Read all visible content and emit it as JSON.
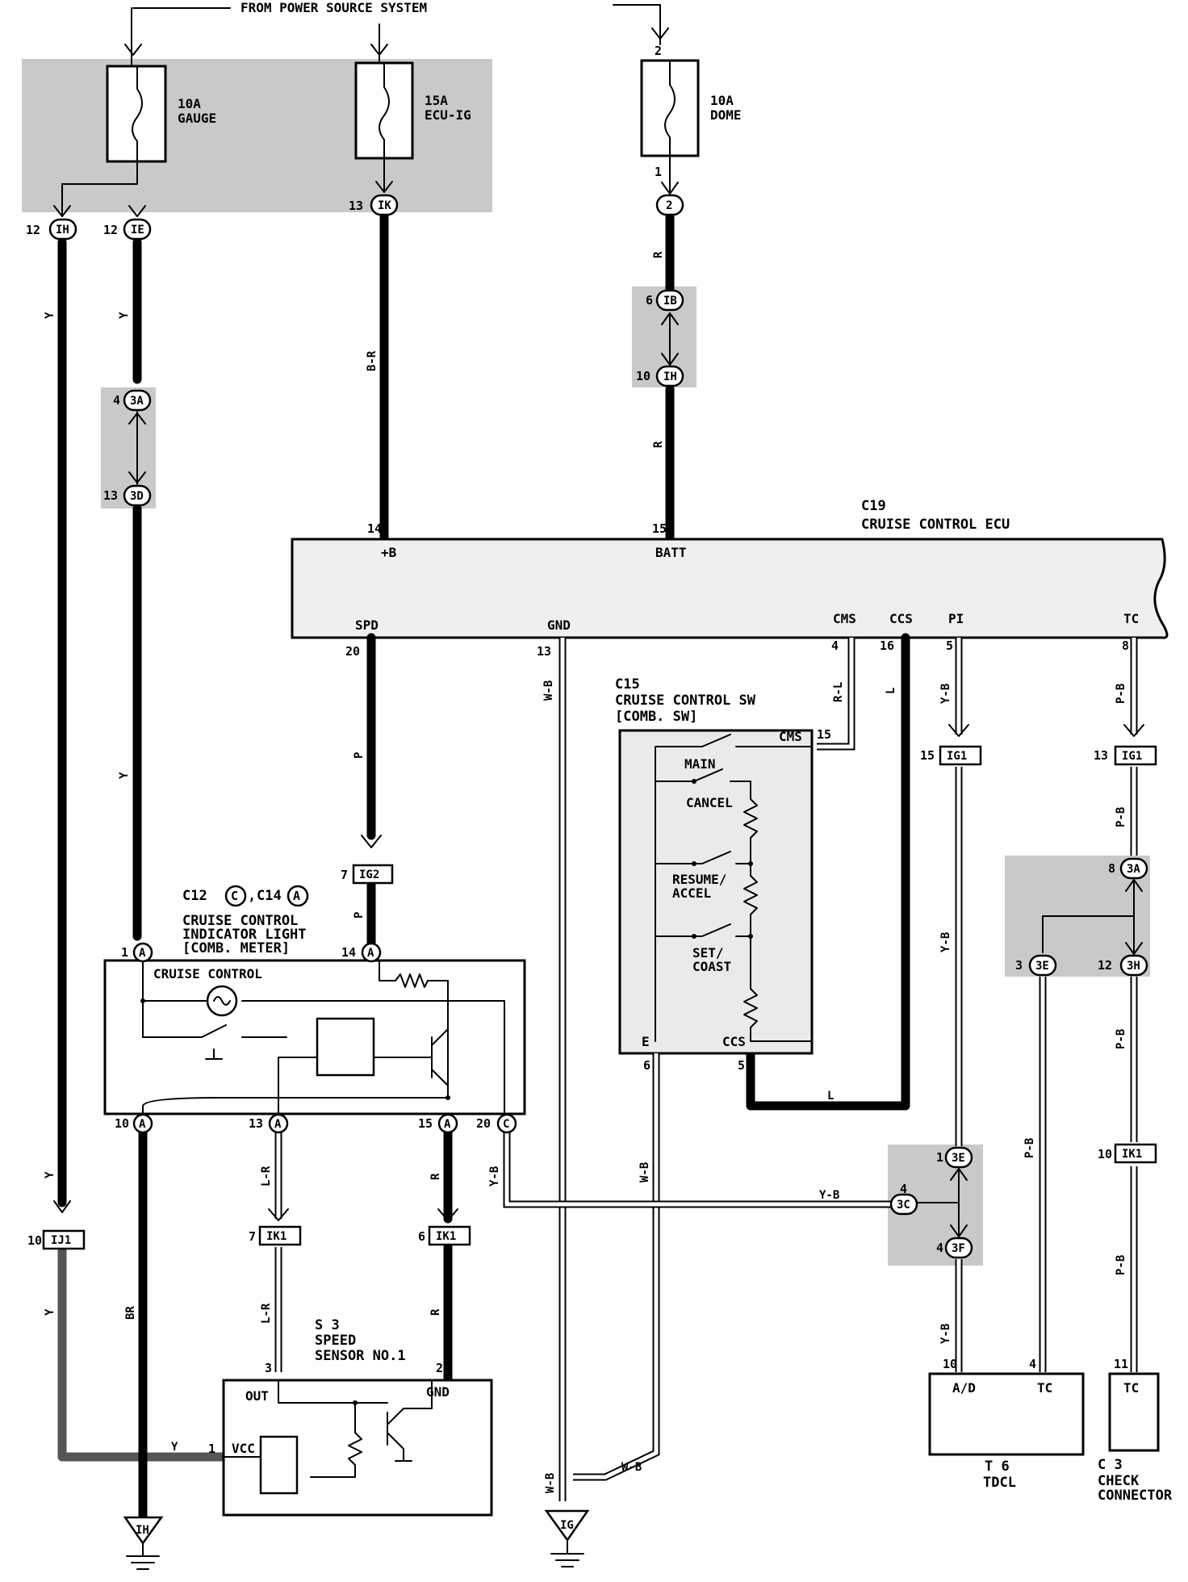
{
  "header": {
    "from_power": "FROM POWER SOURCE SYSTEM"
  },
  "fuses": [
    {
      "amp": "10A",
      "name": "GAUGE"
    },
    {
      "amp": "15A",
      "name": "ECU-IG"
    },
    {
      "amp": "10A",
      "name": "DOME"
    }
  ],
  "ecu": {
    "code": "C19",
    "name": "CRUISE CONTROL ECU",
    "pins": {
      "plus_b": "+B",
      "batt": "BATT",
      "spd": "SPD",
      "gnd": "GND",
      "cms": "CMS",
      "ccs": "CCS",
      "pi": "PI",
      "tc": "TC"
    },
    "pin_numbers": {
      "plus_b": "14",
      "batt": "15",
      "spd": "20",
      "gnd": "13",
      "cms": "4",
      "ccs": "16",
      "pi": "5",
      "tc": "8"
    }
  },
  "switch": {
    "code": "C15",
    "name": "CRUISE CONTROL SW",
    "sub": "[COMB. SW]",
    "labels": [
      "CMS",
      "MAIN",
      "CANCEL",
      "RESUME/",
      "ACCEL",
      "SET/",
      "COAST",
      "E",
      "CCS"
    ],
    "pins": {
      "cms": "15",
      "e": "6",
      "ccs": "5"
    }
  },
  "indicator": {
    "code": "C12",
    "code2": "C14",
    "letter_c": "C",
    "letter_a": "A",
    "line1": "CRUISE CONTROL",
    "line2": "INDICATOR LIGHT",
    "line3": "[COMB. METER]",
    "inner": "CRUISE CONTROL"
  },
  "speed_sensor": {
    "code": "S 3",
    "line1": "SPEED",
    "line2": "SENSOR NO.1",
    "out": "OUT",
    "gnd": "GND",
    "vcc": "VCC"
  },
  "tdcl": {
    "code": "T 6",
    "name": "TDCL",
    "ad": "A/D",
    "tc": "TC",
    "pin_ad": "10",
    "pin_tc": "4"
  },
  "check": {
    "code": "C 3",
    "line1": "CHECK",
    "line2": "CONNECTOR",
    "tc": "TC",
    "pin_tc": "11"
  },
  "connectors": {
    "IH": "IH",
    "IE": "IE",
    "IK": "IK",
    "IB": "IB",
    "3A": "3A",
    "3D": "3D",
    "IG1": "IG1",
    "IG2": "IG2",
    "IK1": "IK1",
    "IJ1": "IJ1",
    "3E": "3E",
    "3H": "3H",
    "3C": "3C",
    "3F": "3F",
    "A": "A",
    "C": "C",
    "2": "2"
  },
  "pin_nums": {
    "p12a": "12",
    "p12b": "12",
    "p13": "13",
    "p2": "2",
    "p1": "1",
    "p6": "6",
    "p10": "10",
    "p4": "4",
    "p13b": "13",
    "p15": "15",
    "p13c": "13",
    "p7": "7",
    "p1a": "1",
    "p14": "14",
    "p10a": "10",
    "p13a": "13",
    "p15a": "15",
    "p20c": "20",
    "p7b": "7",
    "p6b": "6",
    "p10j": "10",
    "p3": "3",
    "p2s": "2",
    "p1v": "1",
    "p8": "8",
    "p3e": "3",
    "p12h": "12",
    "p1e": "1",
    "p4c": "4",
    "p4f": "4",
    "p10k": "10"
  },
  "wire_colors": {
    "Y": "Y",
    "BR": "BR",
    "BR2": "B-R",
    "R": "R",
    "P": "P",
    "WB": "W-B",
    "RL": "R-L",
    "L": "L",
    "YB": "Y-B",
    "PB": "P-B",
    "LR": "L-R"
  },
  "grounds": {
    "ih": "IH",
    "ig": "IG"
  }
}
